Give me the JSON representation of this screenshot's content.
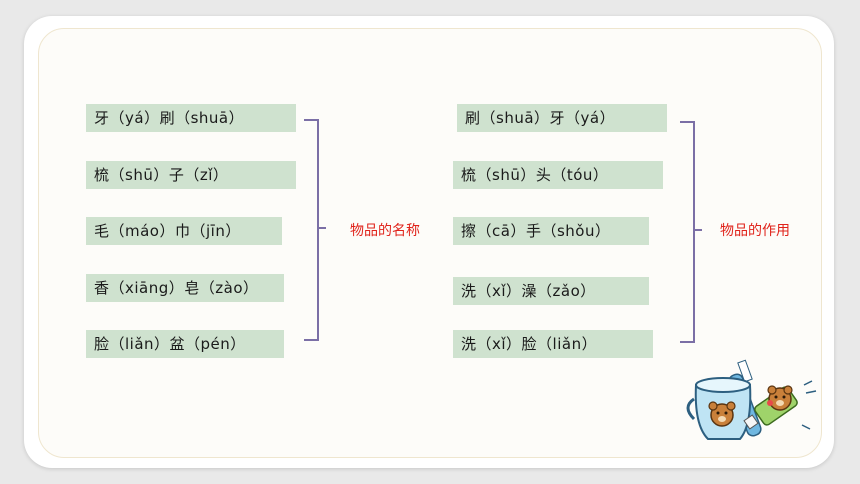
{
  "left_group": {
    "items": [
      "牙（yá）刷（shuā）",
      "梳（shū）子（zǐ）",
      "毛（máo）巾（jīn）",
      "香（xiāng）皂（zào）",
      "脸（liǎn）盆（pén）"
    ],
    "category": "物品的名称"
  },
  "right_group": {
    "items": [
      "刷（shuā）牙（yá）",
      "梳（shū）头（tóu）",
      "擦（cā）手（shǒu）",
      "洗（xǐ）澡（zǎo）",
      "洗（xǐ）脸（liǎn）"
    ],
    "category": "物品的作用"
  },
  "colors": {
    "term_bg": "#cfe2cf",
    "brace": "#7b6fa6",
    "category_text": "#e0231b"
  },
  "illustration": "cup-and-toothbrush-illustration"
}
